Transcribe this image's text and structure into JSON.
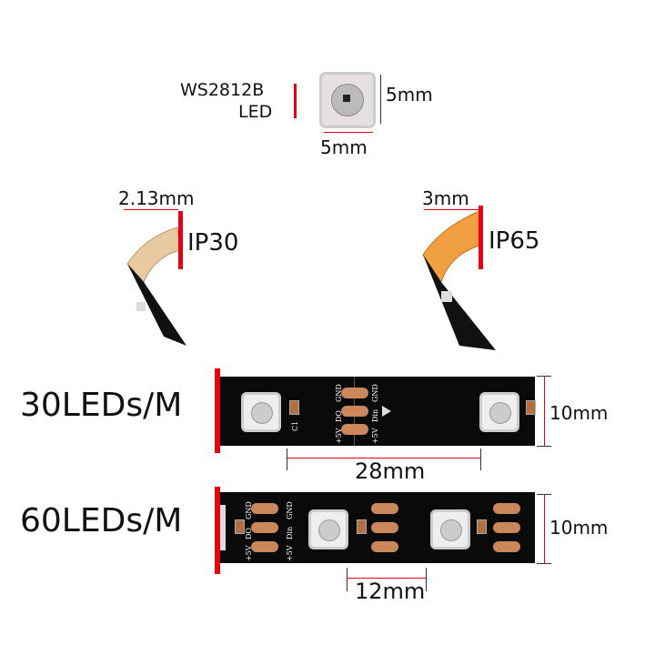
{
  "led_chip": {
    "name_line1": "WS2812B",
    "name_line2": "LED",
    "height": "5mm",
    "width": "5mm"
  },
  "ip30": {
    "thickness": "2.13mm",
    "rating": "IP30"
  },
  "ip65": {
    "thickness": "3mm",
    "rating": "IP65"
  },
  "strip30": {
    "label": "30LEDs/M",
    "width": "10mm",
    "spacing": "28mm",
    "pads": [
      "GND",
      "DO",
      "+5V",
      "GND",
      "Din",
      "+5V"
    ],
    "cap": "C1"
  },
  "strip60": {
    "label": "60LEDs/M",
    "width": "10mm",
    "spacing": "12mm",
    "pads": [
      "GND",
      "DO",
      "+5V",
      "GND",
      "Din",
      "+5V"
    ]
  },
  "colors": {
    "accent": "#e60012",
    "pcb": "#0a0a0a",
    "pad": "#c9875a",
    "ip30_tape": "#e8c9a0",
    "ip65_tape": "#f0a040"
  }
}
